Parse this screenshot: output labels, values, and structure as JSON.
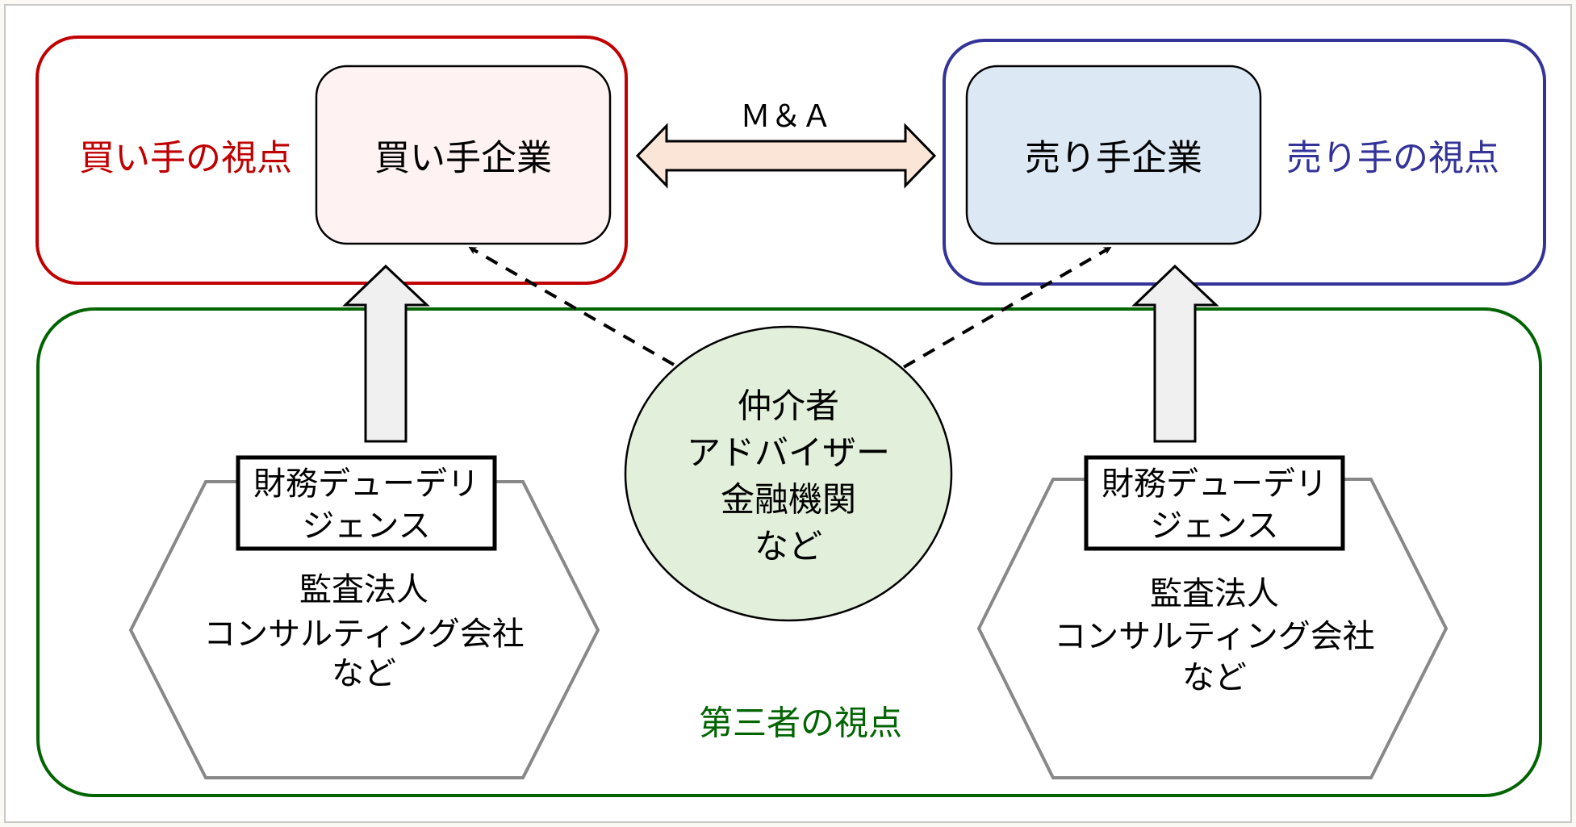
{
  "diagram": {
    "buyer_perspective": {
      "label": "買い手の視点",
      "color": "#c00000",
      "company": {
        "label": "買い手企業",
        "fill": "#fff2f2"
      }
    },
    "seller_perspective": {
      "label": "売り手の視点",
      "color": "#333399",
      "company": {
        "label": "売り手企業",
        "fill": "#dde8f5"
      }
    },
    "transaction": {
      "label": "Ｍ＆Ａ",
      "arrow_fill": "#fbe5d6"
    },
    "third_party_perspective": {
      "label": "第三者の視点",
      "color": "#006400",
      "intermediary": {
        "lines": [
          "仲介者",
          "アドバイザー",
          "金融機関",
          "など"
        ],
        "fill": "#e2efda"
      },
      "left_group": {
        "badge_lines": [
          "財務デューデリ",
          "ジェンス"
        ],
        "lines": [
          "監査法人",
          "コンサルティング会社",
          "など"
        ]
      },
      "right_group": {
        "badge_lines": [
          "財務デューデリ",
          "ジェンス"
        ],
        "lines": [
          "監査法人",
          "コンサルティング会社",
          "など"
        ]
      }
    }
  }
}
